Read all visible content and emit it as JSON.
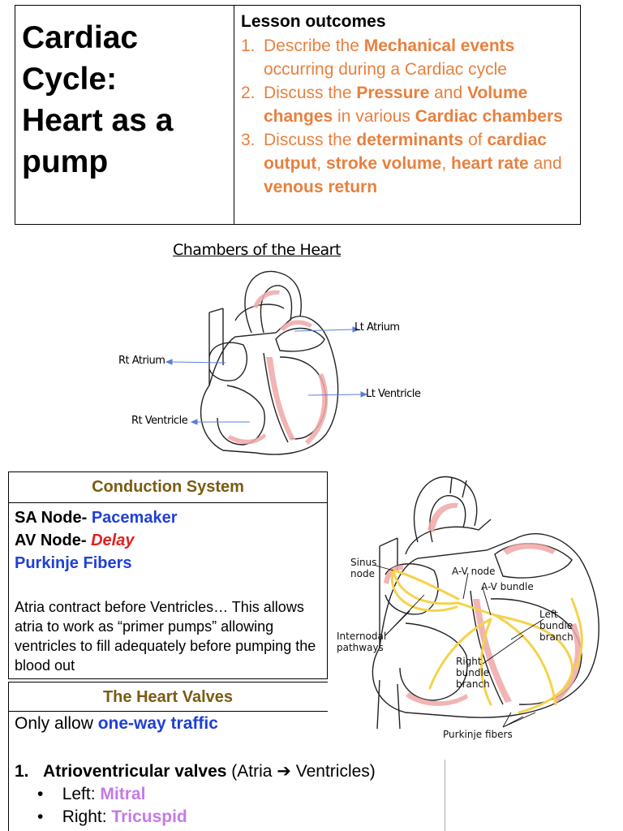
{
  "header": {
    "title_lines": [
      "Cardiac",
      "Cycle:",
      "Heart as a",
      "pump"
    ]
  },
  "outcomes": {
    "heading": "Lesson outcomes",
    "items": [
      {
        "num": "1.",
        "parts": [
          [
            "Describe the ",
            false
          ],
          [
            "Mechanical events",
            true
          ],
          [
            " occurring during a Cardiac cycle",
            false
          ]
        ]
      },
      {
        "num": "2.",
        "parts": [
          [
            "Discuss the ",
            false
          ],
          [
            "Pressure",
            true
          ],
          [
            " and ",
            false
          ],
          [
            "Volume changes",
            true
          ],
          [
            " in various ",
            false
          ],
          [
            "Cardiac chambers",
            true
          ]
        ]
      },
      {
        "num": "3.",
        "parts": [
          [
            "Discuss the ",
            false
          ],
          [
            "determinants",
            true
          ],
          [
            " of ",
            false
          ],
          [
            "cardiac output",
            true
          ],
          [
            ", ",
            false
          ],
          [
            "stroke volume",
            true
          ],
          [
            ", ",
            false
          ],
          [
            "heart rate",
            true
          ],
          [
            " and ",
            false
          ],
          [
            "venous return",
            true
          ]
        ]
      }
    ]
  },
  "chambers": {
    "title": "Chambers of the Heart",
    "labels": {
      "rt_atrium": "Rt Atrium",
      "lt_atrium": "Lt Atrium",
      "lt_ventricle": "Lt Ventricle",
      "rt_ventricle": "Rt Ventricle"
    }
  },
  "conduction": {
    "heading": "Conduction System",
    "sa_prefix": "SA Node- ",
    "sa_value": "Pacemaker",
    "av_prefix": "AV Node- ",
    "av_value": "Delay",
    "purkinje": "Purkinje Fibers",
    "description": "Atria contract before Ventricles… This allows atria to work as “primer pumps” allowing ventricles to fill adequately before pumping the blood out"
  },
  "conduction_diagram": {
    "labels": {
      "sinus": "Sinus\nnode",
      "av_node": "A-V node",
      "av_bundle": "A-V bundle",
      "left_branch": "Left\nbundle\nbranch",
      "internodal": "Internodal\npathways",
      "right_branch": "Right\nbundle\nbranch",
      "purkinje": "Purkinje fibers"
    }
  },
  "valves": {
    "heading": "The Heart Valves",
    "intro_prefix": "Only allow ",
    "intro_highlight": "one-way traffic",
    "av_num": "1.",
    "av_title": "Atrioventricular valves",
    "av_detail": " (Atria ➔ Ventricles)",
    "left_prefix": "Left: ",
    "left_value": "Mitral",
    "right_prefix": "Right: ",
    "right_value": "Tricuspid",
    "bullet": "•"
  },
  "colors": {
    "orange": "#e8803e",
    "blue": "#1f3fd8",
    "red": "#e02020",
    "olive": "#7a5c12",
    "purple": "#c47ae8",
    "pink": "#f0a8a8",
    "yellow": "#f5d24a"
  }
}
